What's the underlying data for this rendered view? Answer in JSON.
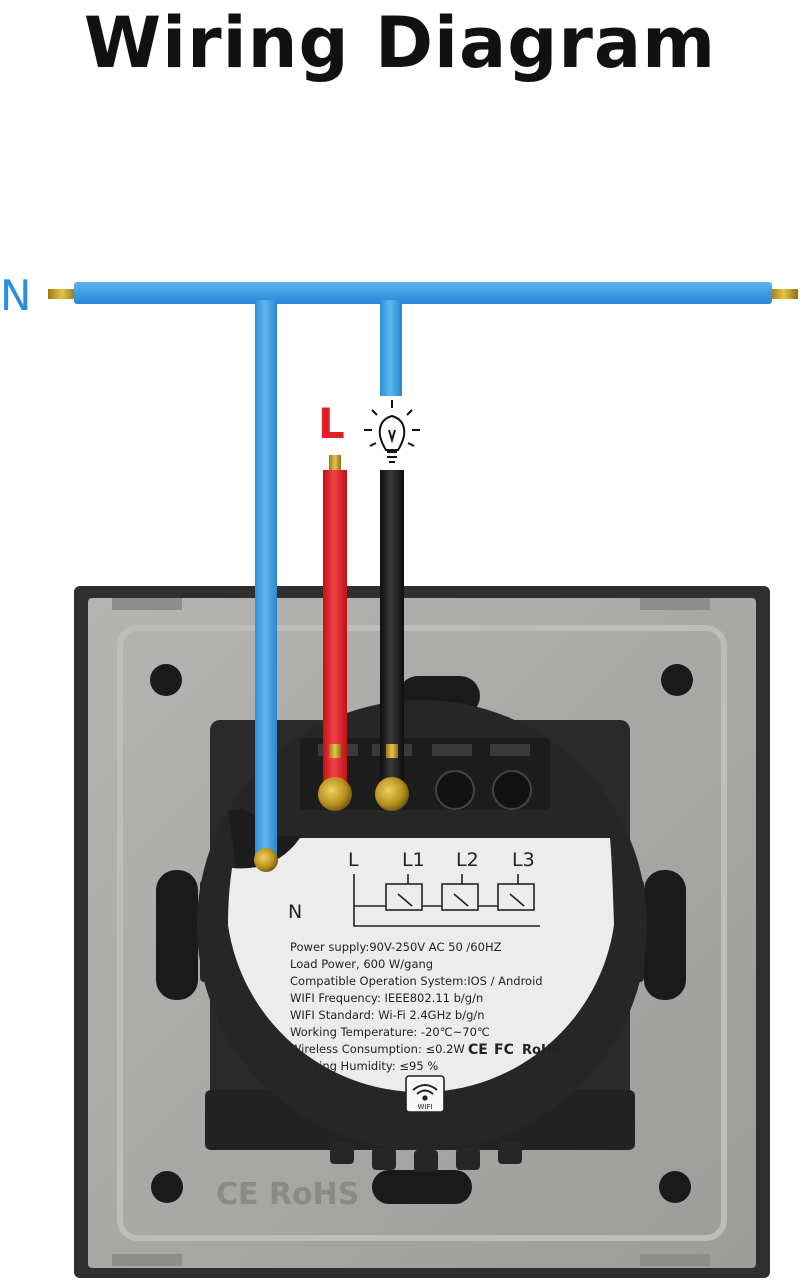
{
  "title": "Wiring Diagram",
  "wire_labels": {
    "neutral": "N",
    "live": "L",
    "switch_neutral": "N"
  },
  "terminal_labels": [
    "L",
    "L1",
    "L2",
    "L3"
  ],
  "specs": [
    "Power supply:90V-250V AC  50 /60HZ",
    "Load Power, 600 W/gang",
    "Compatible Operation System:IOS / Android",
    "WIFI Frequency: IEEE802.11 b/g/n",
    "WIFI Standard: Wi-Fi 2.4GHz b/g/n",
    "Working Temperature: -20℃~70℃",
    "Wireless Consumption: ≤0.2W",
    "Working Humidity: ≤95 %"
  ],
  "certifications": {
    "ce": "CE",
    "fc": "FC",
    "rohs": "RoHS",
    "embossed": "CE RoHS"
  },
  "wifi_badge": "WIFI",
  "colors": {
    "neutral_wire": "#3d9ee4",
    "live_wire": "#e21f26",
    "load_wire": "#1a1a1a",
    "copper": "#c9a227",
    "neutral_label": "#2a8ee0",
    "live_label": "#e21f26",
    "frame_outer": "#2f2f2f",
    "plate": "#a6a6a4",
    "module": "#262626",
    "label_disc": "#ececec"
  }
}
